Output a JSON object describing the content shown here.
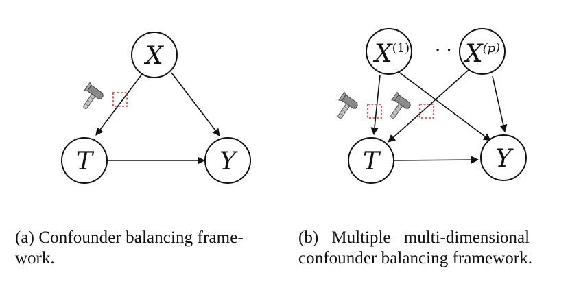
{
  "panel_a": {
    "nodes": {
      "x": "X",
      "t": "T",
      "y": "Y"
    },
    "caption": {
      "line1": "(a)  Confounder balancing frame-",
      "line2": "work."
    }
  },
  "panel_b": {
    "nodes": {
      "x1_base": "X",
      "x1_sup": "(1)",
      "xp_base": "X",
      "xp_sup": "(p)",
      "ellipsis": "· · ·",
      "t": "T",
      "y": "Y"
    },
    "caption": {
      "line1": "(b)  Multiple multi-dimensional",
      "line2": "confounder balancing framework."
    }
  },
  "colors": {
    "stroke": "#111111",
    "intervention_box": "#e0302c",
    "hammer_handle": "#b9b9b9",
    "hammer_head": "#7a7a7a"
  },
  "icons": [
    "hammer-icon"
  ]
}
